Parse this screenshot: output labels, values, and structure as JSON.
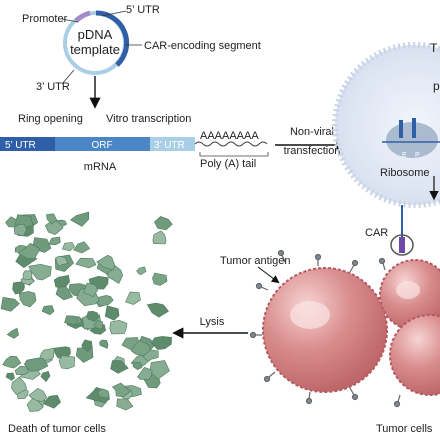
{
  "plasmid": {
    "center_label_line1": "pDNA",
    "center_label_line2": "template",
    "promoter": "Promoter",
    "utr5": "5’ UTR",
    "utr3": "3’ UTR",
    "car_segment": "CAR-encoding segment"
  },
  "steps": {
    "ring_opening": "Ring opening",
    "vitro_transcription": "Vitro transcription",
    "non_viral_line1": "Non-viral",
    "non_viral_line2": "transfection",
    "lysis": "Lysis"
  },
  "mrna": {
    "utr5": "5’ UTR",
    "orf": "ORF",
    "utr3": "3’ UTR",
    "polya": "AAAAAAAA",
    "polya_label": "Poly (A) tail",
    "label": "mRNA"
  },
  "tcell": {
    "label_t": "T",
    "label_p": "p",
    "ribosome": "Ribosome",
    "site_e": "E",
    "site_p": "P"
  },
  "tumor": {
    "car": "CAR",
    "antigen": "Tumor antigen",
    "cells_label": "Tumor cells",
    "death_label": "Death of tumor cells"
  },
  "colors": {
    "mrna_dark": "#2f5fa7",
    "mrna_light": "#a9cfe6",
    "tumor_pink": "#d98a8a",
    "dead_cell_green": "#7fa58a",
    "tcell_blue": "#dfe6f3"
  }
}
